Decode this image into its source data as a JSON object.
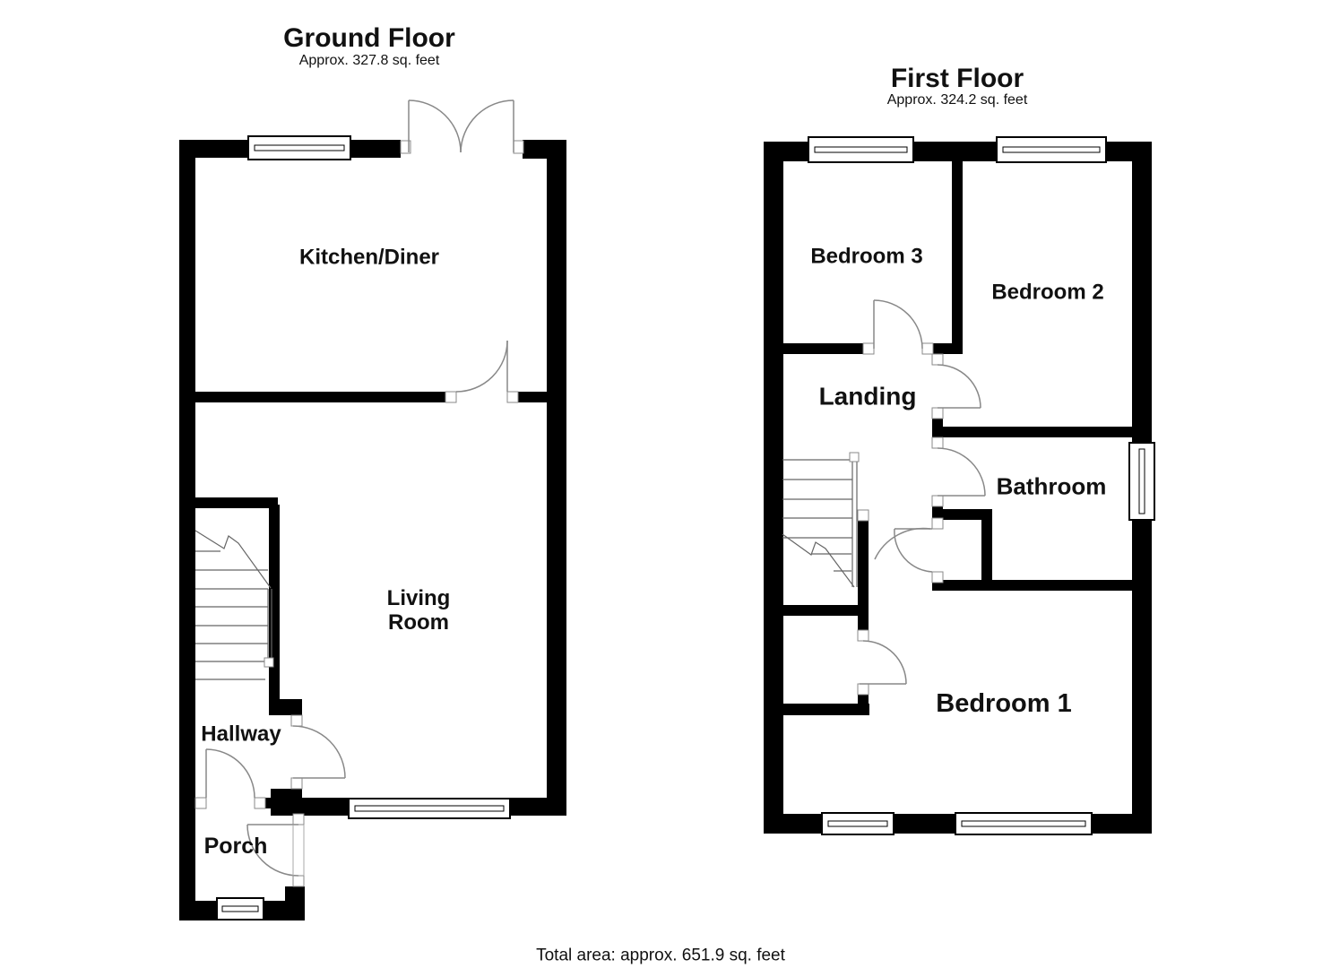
{
  "page": {
    "background": "#ffffff"
  },
  "ground_floor": {
    "title": "Ground Floor",
    "area": "Approx. 327.8 sq. feet",
    "rooms": {
      "kitchen_diner": "Kitchen/Diner",
      "living_room": "Living\nRoom",
      "hallway": "Hallway",
      "porch": "Porch"
    }
  },
  "first_floor": {
    "title": "First Floor",
    "area": "Approx. 324.2 sq. feet",
    "rooms": {
      "bedroom3": "Bedroom 3",
      "bedroom2": "Bedroom 2",
      "landing": "Landing",
      "bathroom": "Bathroom",
      "bedroom1": "Bedroom 1"
    }
  },
  "footer": {
    "total_area": "Total area: approx. 651.9 sq. feet"
  },
  "colors": {
    "wall": "#000000",
    "door_line": "#888888",
    "stair_line": "#666666",
    "text": "#111111"
  }
}
